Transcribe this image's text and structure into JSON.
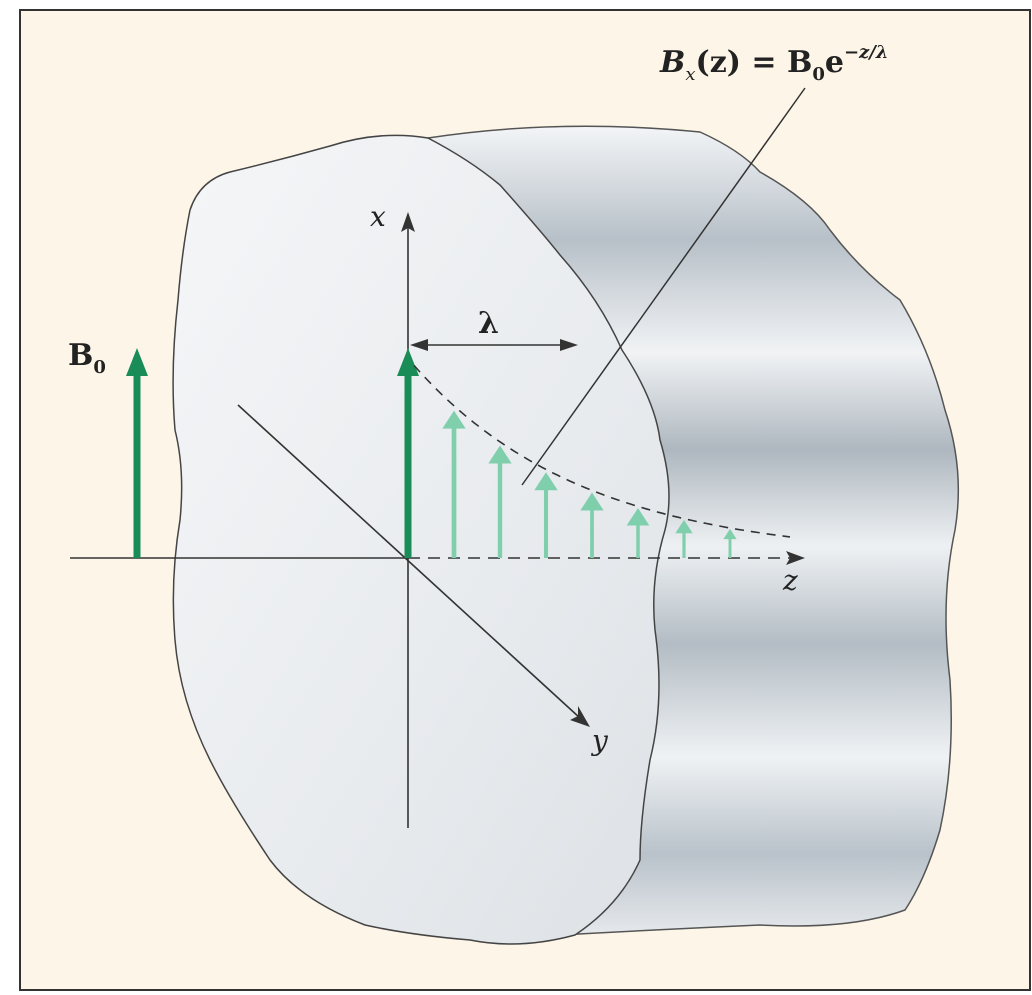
{
  "diagram": {
    "equation": {
      "lhs_symbol": "B",
      "lhs_sub": "x",
      "lhs_arg": "(z) = ",
      "rhs_symbol": "B",
      "rhs_sub": "0",
      "rhs_e": "e",
      "rhs_exp": "−z/λ"
    },
    "applied_field": {
      "symbol": "B",
      "sub": "0"
    },
    "axes": {
      "x": "x",
      "y": "y",
      "z": "z"
    },
    "penetration_depth": "λ",
    "decay": {
      "peak": 1.0,
      "arrow_count": 7
    },
    "colors": {
      "background": "#fdf6e8",
      "field_arrow": "#1a8c57",
      "decay_arrow": "#7fcfad",
      "metal_face": "#eef0f3",
      "outline": "#555555"
    }
  }
}
